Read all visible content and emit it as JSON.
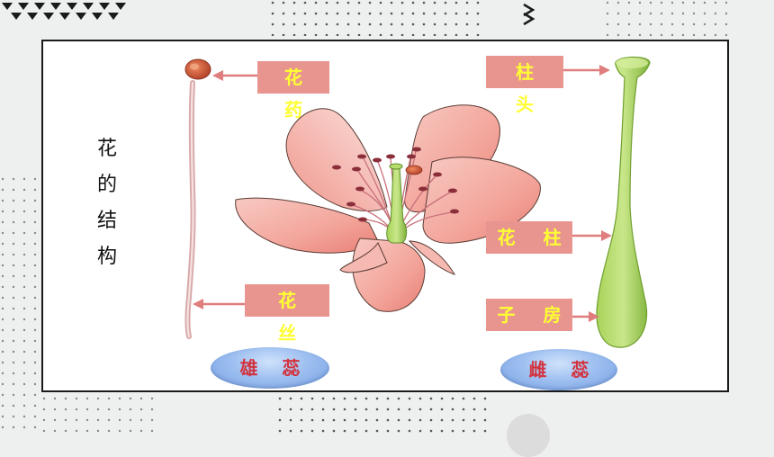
{
  "title_vertical": [
    "花",
    "的",
    "结",
    "构"
  ],
  "labels": {
    "anther": "花 药",
    "filament": "花 丝",
    "stigma": "柱 头",
    "style": "花 柱",
    "ovary": "子 房"
  },
  "groups": {
    "stamen": "雄 蕊",
    "pistil": "雌 蕊"
  },
  "colors": {
    "label_bg": "#e8958f",
    "label_text": "#ffff33",
    "arrow": "#e07d7d",
    "oval_text": "#d2343f",
    "petal": "#f4a9a0",
    "pistil_green": "#8cc63f"
  }
}
